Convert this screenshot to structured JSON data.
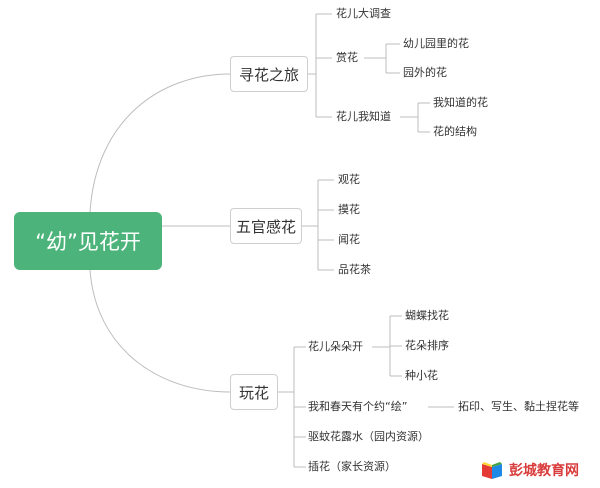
{
  "root": {
    "label": "“幼”见花开"
  },
  "branches": [
    {
      "label": "寻花之旅",
      "children": [
        {
          "label": "花儿大调查"
        },
        {
          "label": "赏花",
          "children": [
            "幼儿园里的花",
            "园外的花"
          ]
        },
        {
          "label": "花儿我知道",
          "children": [
            "我知道的花",
            "花的结构"
          ]
        }
      ]
    },
    {
      "label": "五官感花",
      "children": [
        {
          "label": "观花"
        },
        {
          "label": "摸花"
        },
        {
          "label": "闻花"
        },
        {
          "label": "品花茶"
        }
      ]
    },
    {
      "label": "玩花",
      "children": [
        {
          "label": "花儿朵朵开",
          "children": [
            "蝴蝶找花",
            "花朵排序",
            "种小花"
          ]
        },
        {
          "label": "我和春天有个约“绘”",
          "children": [
            "拓印、写生、黏土捏花等"
          ]
        },
        {
          "label": "驱蚊花露水（园内资源）"
        },
        {
          "label": "插花（家长资源）"
        }
      ]
    }
  ],
  "watermark": {
    "text": "彭城教育网"
  },
  "colors": {
    "root_fill": "#4cb47a",
    "root_text": "#ffffff",
    "line": "#bdbdbd",
    "text": "#333333",
    "watermark": "#d93c3c"
  }
}
